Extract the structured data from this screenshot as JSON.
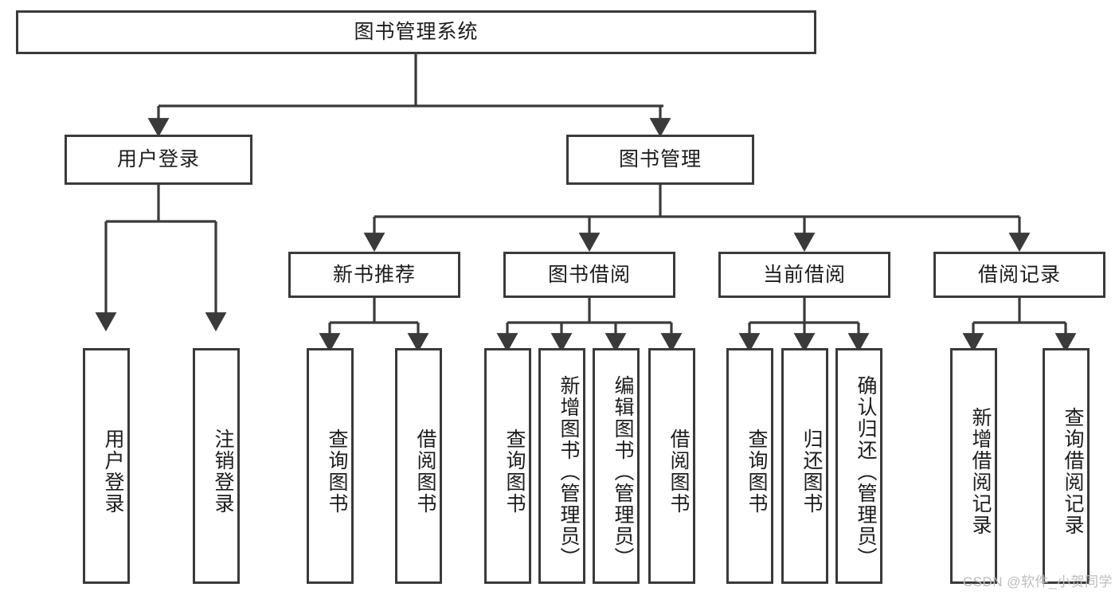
{
  "diagram": {
    "type": "tree-hierarchy",
    "title": "图书管理系统",
    "stroke_color": "#3a3a3a",
    "background_color": "#ffffff",
    "text_color": "#1c1c1c",
    "root": {
      "label": "图书管理系统"
    },
    "level1": [
      {
        "label": "用户登录"
      },
      {
        "label": "图书管理"
      }
    ],
    "level2": [
      {
        "label": "新书推荐"
      },
      {
        "label": "图书借阅"
      },
      {
        "label": "当前借阅"
      },
      {
        "label": "借阅记录"
      }
    ],
    "leaves": {
      "user_login": [
        {
          "label": "用户登录"
        },
        {
          "label": "注销登录"
        }
      ],
      "new_book_recommend": [
        {
          "label": "查询图书"
        },
        {
          "label": "借阅图书"
        }
      ],
      "book_borrow": [
        {
          "label": "查询图书"
        },
        {
          "label": "新增图书（管理员）"
        },
        {
          "label": "编辑图书（管理员）"
        },
        {
          "label": "借阅图书"
        }
      ],
      "current_borrow": [
        {
          "label": "查询图书"
        },
        {
          "label": "归还图书"
        },
        {
          "label": "确认归还（管理员）"
        }
      ],
      "borrow_record": [
        {
          "label": "新增借阅记录"
        },
        {
          "label": "查询借阅记录"
        }
      ]
    }
  },
  "watermark": {
    "text": "CSDN @软件_小贺同学"
  }
}
